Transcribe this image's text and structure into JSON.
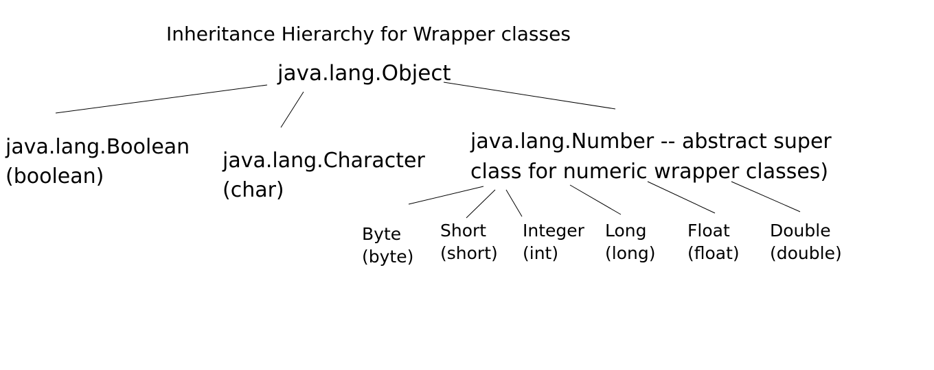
{
  "title": "Inheritance Hierarchy for Wrapper classes",
  "root": "java.lang.Object",
  "level1": {
    "boolean": {
      "class": "java.lang.Boolean",
      "primitive": "(boolean)"
    },
    "character": {
      "class": "java.lang.Character",
      "primitive": "(char)"
    },
    "number": {
      "line1": "java.lang.Number -- abstract super",
      "line2": "class for numeric wrapper classes)"
    }
  },
  "leaves": {
    "byte": {
      "class": "Byte",
      "primitive": "(byte)"
    },
    "short": {
      "class": "Short",
      "primitive": "(short)"
    },
    "integer": {
      "class": "Integer",
      "primitive": "(int)"
    },
    "long": {
      "class": "Long",
      "primitive": "(long)"
    },
    "float": {
      "class": "Float",
      "primitive": "(float)"
    },
    "double": {
      "class": "Double",
      "primitive": "(double)"
    }
  },
  "colors": {
    "text": "#000000",
    "line": "#000000",
    "background": "#ffffff"
  }
}
